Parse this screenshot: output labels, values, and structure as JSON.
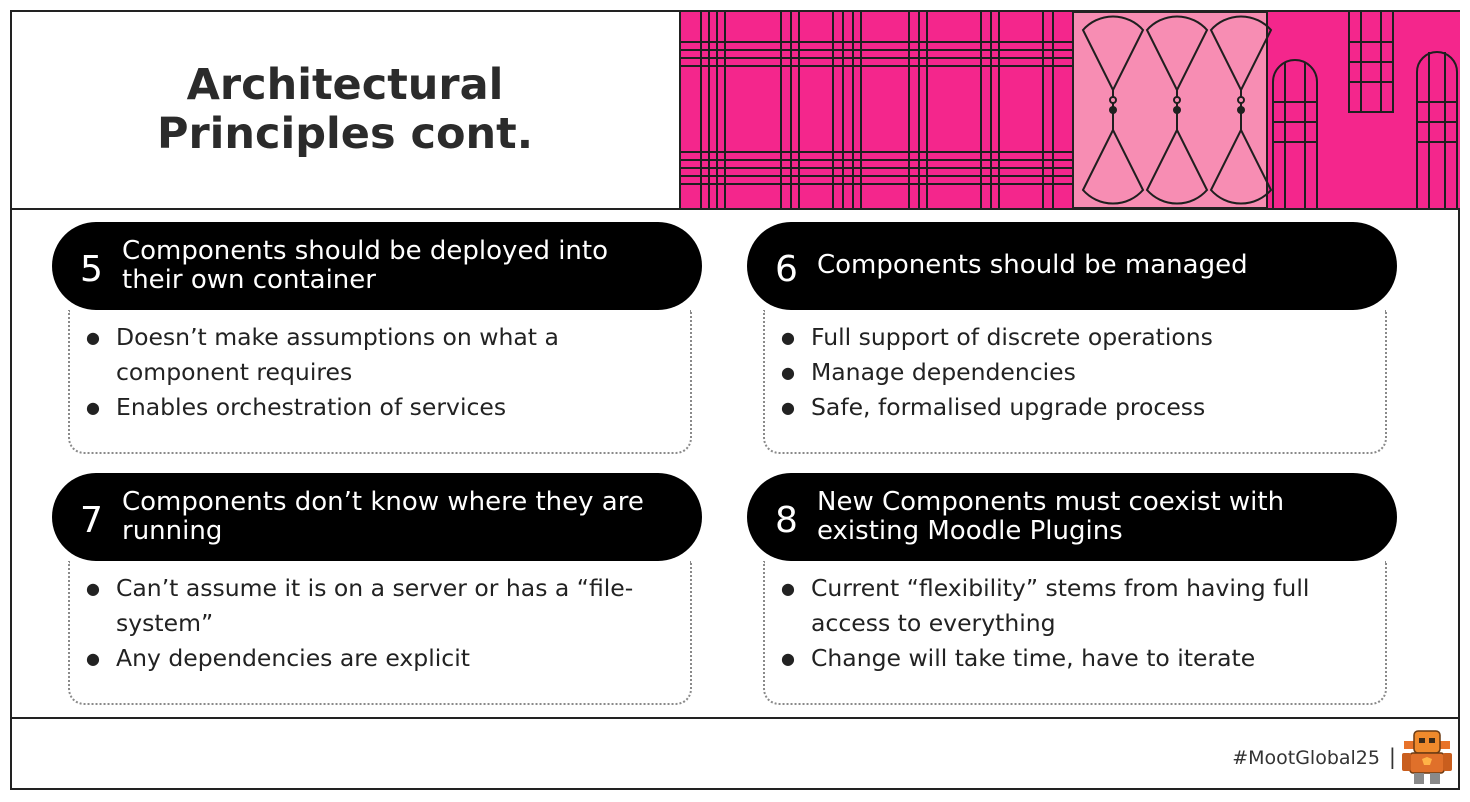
{
  "header": {
    "title_line1": "Architectural",
    "title_line2": "Principles cont."
  },
  "colors": {
    "brand_pink": "#f4268c",
    "light_pink": "#f78db3",
    "pill_bg": "#000000"
  },
  "principles": [
    {
      "number": "5",
      "title": "Components should be deployed into their own container",
      "bullets": [
        "Doesn’t make assumptions on what a component requires",
        "Enables orchestration of services"
      ]
    },
    {
      "number": "6",
      "title": "Components should be managed",
      "bullets": [
        "Full support of discrete operations",
        "Manage dependencies",
        "Safe, formalised upgrade process"
      ]
    },
    {
      "number": "7",
      "title": "Components don’t know where they are running",
      "bullets": [
        "Can’t assume it is on a server or has a “file-system”",
        "Any dependencies are explicit"
      ]
    },
    {
      "number": "8",
      "title": "New Components must coexist with existing Moodle Plugins",
      "bullets": [
        "Current “flexibility” stems from having full access to everything",
        "Change will take time, have to iterate"
      ]
    }
  ],
  "footer": {
    "hashtag": "#MootGlobal25",
    "separator": "|",
    "mascot_icon": "robot-mascot-icon"
  }
}
